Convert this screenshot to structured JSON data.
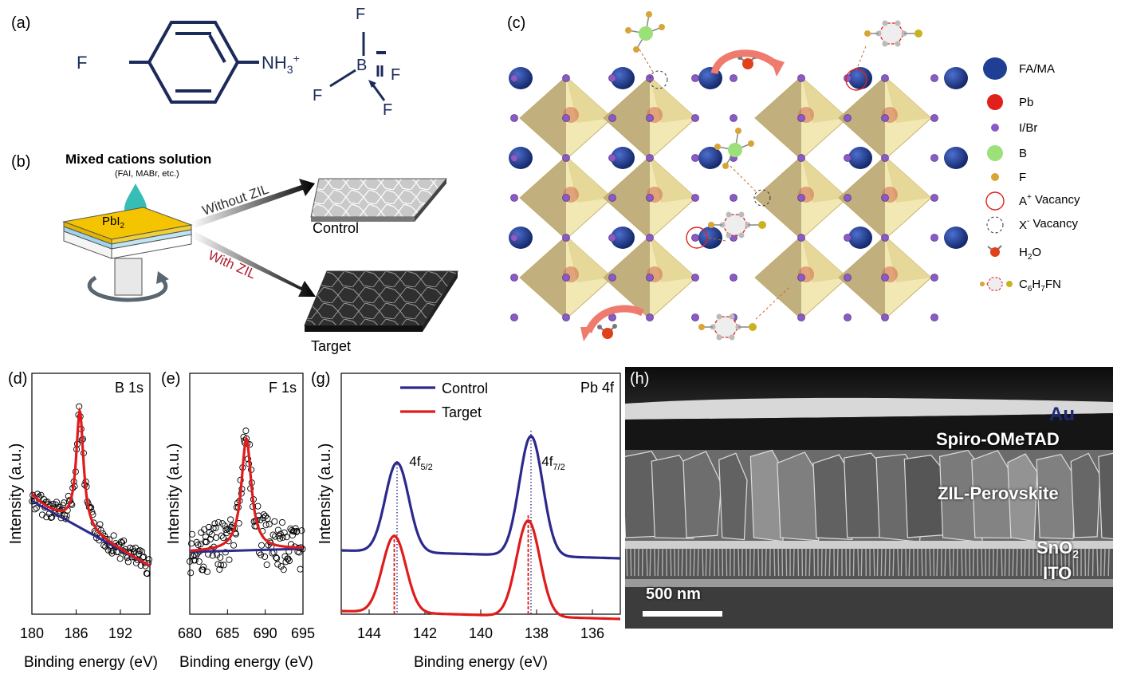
{
  "panels": {
    "a": "(a)",
    "b": "(b)",
    "c": "(c)",
    "d": "(d)",
    "e": "(e)",
    "g": "(g)",
    "h": "(h)"
  },
  "panel_a": {
    "f_left": "F",
    "nh3": "NH",
    "nh3_sub": "3",
    "nh3_sup": "+",
    "bf4": {
      "b": "B",
      "f_top": "F",
      "f_left": "F",
      "f_right": "F",
      "f_bottom": "F"
    }
  },
  "panel_b": {
    "title": "Mixed cations solution",
    "subtitle": "(FAI, MABr, etc.)",
    "substrate": "PbI",
    "substrate_sub": "2",
    "arrow_top": "Without ZIL",
    "arrow_bottom": "With ZIL",
    "label_top": "Control",
    "label_bottom": "Target",
    "colors": {
      "with_zil": "#b01c2e",
      "without_zil": "#333333",
      "pbi2": "#f5c400"
    }
  },
  "panel_c": {
    "legend": [
      {
        "label": "FA/MA",
        "icon": "blue-sphere",
        "color": "#1f3f94"
      },
      {
        "label": "Pb",
        "icon": "red-sphere",
        "color": "#e0201a"
      },
      {
        "label": "I/Br",
        "icon": "purple-dot",
        "color": "#8a5bc2"
      },
      {
        "label": "B",
        "icon": "green-sphere",
        "color": "#9ce07a"
      },
      {
        "label": "F",
        "icon": "gold-dot",
        "color": "#d9a437"
      },
      {
        "label": "A",
        "sup": "+",
        "tail": " Vacancy",
        "icon": "red-circle"
      },
      {
        "label": "X",
        "sup": "-",
        "tail": " Vacancy",
        "icon": "dashed-circle"
      },
      {
        "label": "H",
        "sub": "2",
        "tail": "O",
        "icon": "water-molecule"
      },
      {
        "label": "C",
        "sub": "6",
        "mid": "H",
        "sub2": "7",
        "tail": "FN",
        "icon": "fluoroaniline"
      }
    ]
  },
  "chart_data": [
    {
      "id": "d",
      "type": "scatter",
      "title": "B 1s",
      "xlabel": "Binding energy (eV)",
      "ylabel": "Intensity (a.u.)",
      "xlim": [
        180,
        196
      ],
      "xticks": [
        180,
        186,
        192
      ],
      "series": [
        {
          "kind": "fit",
          "color": "#e01b1b",
          "peak_center": 186.5,
          "fwhm": 1.2
        },
        {
          "kind": "baseline",
          "color": "#2b2a8c"
        },
        {
          "kind": "raw",
          "marker": "open-circle"
        }
      ]
    },
    {
      "id": "e",
      "type": "scatter",
      "title": "F 1s",
      "xlabel": "Binding energy (eV)",
      "ylabel": "Intensity (a.u.)",
      "xlim": [
        680,
        695
      ],
      "xticks": [
        680,
        685,
        690,
        695
      ],
      "series": [
        {
          "kind": "fit",
          "color": "#e01b1b",
          "peak_center": 687.5,
          "fwhm": 1.6
        },
        {
          "kind": "baseline",
          "color": "#2b2a8c"
        },
        {
          "kind": "raw",
          "marker": "open-circle"
        }
      ]
    },
    {
      "id": "g",
      "type": "line",
      "title": "Pb 4f",
      "xlabel": "Binding energy (eV)",
      "ylabel": "Intensity (a.u.)",
      "xlim": [
        145,
        135
      ],
      "xticks": [
        144,
        142,
        140,
        138,
        136
      ],
      "peak_labels": [
        {
          "text": "4f",
          "sub": "5/2",
          "x": 143.0
        },
        {
          "text": "4f",
          "sub": "7/2",
          "x": 138.2
        }
      ],
      "series": [
        {
          "name": "Control",
          "color": "#2b2a8c",
          "peaks": [
            143.0,
            138.2
          ]
        },
        {
          "name": "Target",
          "color": "#e01b1b",
          "peaks": [
            143.1,
            138.3
          ]
        }
      ]
    }
  ],
  "panel_h": {
    "labels": {
      "au": "Au",
      "spiro": "Spiro-OMeTAD",
      "perovskite": "ZIL-Perovskite",
      "sno2": "SnO",
      "sno2_sub": "2",
      "ito": "ITO"
    },
    "scalebar": "500 nm",
    "colors": {
      "au": "#1e2a78"
    }
  }
}
